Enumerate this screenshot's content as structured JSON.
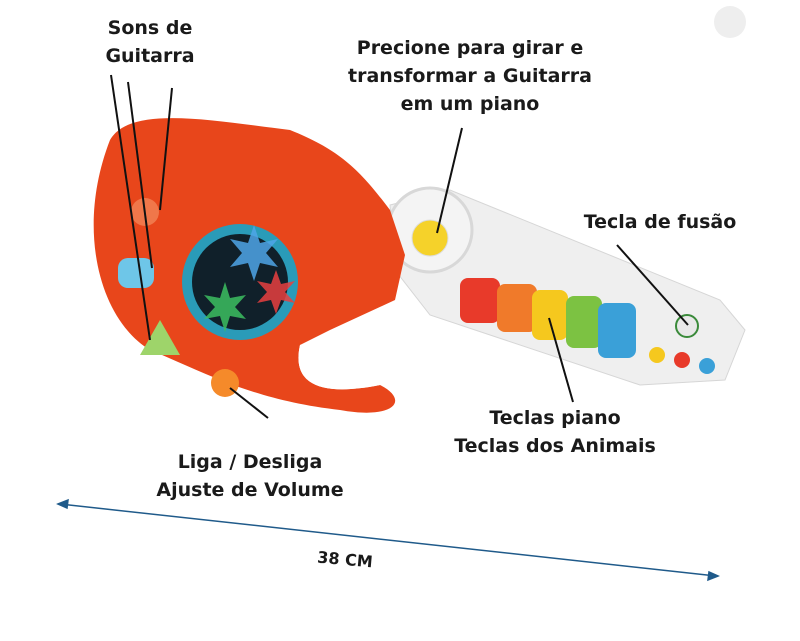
{
  "labels": {
    "guitar_sounds": [
      "Sons de",
      "Guitarra"
    ],
    "rotate": [
      "Precione para girar e",
      "transformar a Guitarra",
      "em um piano"
    ],
    "fusion_key": "Tecla de fusão",
    "piano_keys": [
      "Teclas piano",
      "Teclas dos Animais"
    ],
    "power": [
      "Liga / Desliga",
      "Ajuste de Volume"
    ],
    "length": "38 CM"
  },
  "colors": {
    "body": "#e8461b",
    "neck": "#eeeeee",
    "arrow": "#1f5a8a",
    "key_colors": [
      "#e83a2a",
      "#f07a2a",
      "#f5c81e",
      "#7cc242",
      "#3aa0d8"
    ]
  }
}
